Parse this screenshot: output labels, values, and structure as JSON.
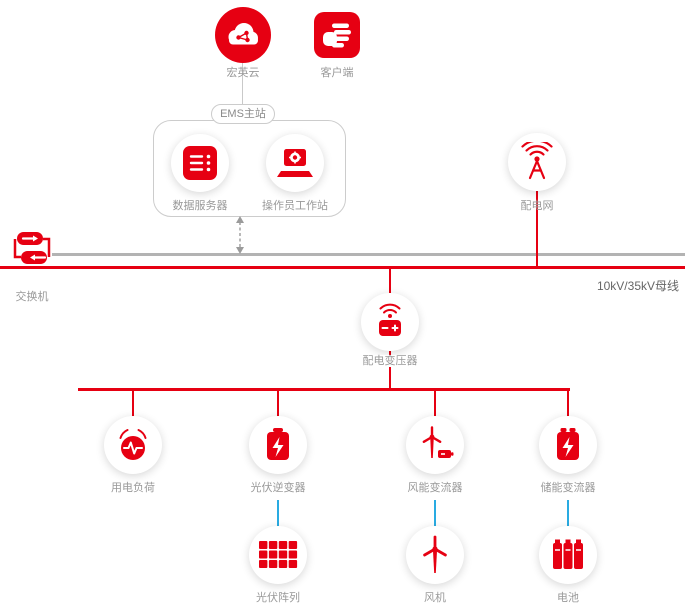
{
  "colors": {
    "red": "#e60012",
    "blue": "#29abe2",
    "busGray": "#b3b3b3",
    "labelGray": "#999999",
    "borderGray": "#cccccc"
  },
  "diagram": {
    "ems_group_label": "EMS主站",
    "busbar_label": "10kV/35kV母线",
    "nodes": {
      "cloud": {
        "label": "宏英云",
        "icon": "cloud-atom-icon"
      },
      "client": {
        "label": "客户端",
        "icon": "hand-client-icon"
      },
      "data_server": {
        "label": "数据服务器",
        "icon": "server-icon"
      },
      "workstation": {
        "label": "操作员工作站",
        "icon": "workstation-icon"
      },
      "switch": {
        "label": "交换机",
        "icon": "network-switch-icon"
      },
      "power_grid": {
        "label": "配电网",
        "icon": "radio-tower-icon"
      },
      "transformer": {
        "label": "配电变压器",
        "icon": "transformer-icon"
      },
      "load": {
        "label": "用电负荷",
        "icon": "load-monitor-icon"
      },
      "pv_inverter": {
        "label": "光伏逆变器",
        "icon": "inverter-bolt-icon"
      },
      "wind_converter": {
        "label": "风能变流器",
        "icon": "wind-converter-icon"
      },
      "storage_converter": {
        "label": "储能变流器",
        "icon": "storage-converter-icon"
      },
      "pv_array": {
        "label": "光伏阵列",
        "icon": "solar-panel-icon"
      },
      "wind_turbine": {
        "label": "风机",
        "icon": "wind-turbine-icon"
      },
      "battery": {
        "label": "电池",
        "icon": "battery-pack-icon"
      }
    }
  }
}
